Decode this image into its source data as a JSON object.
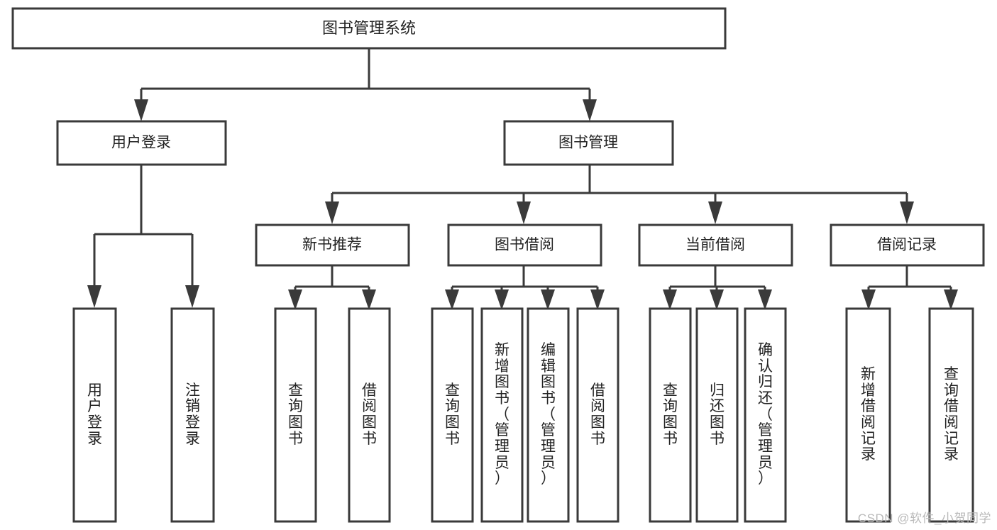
{
  "diagram": {
    "type": "tree-hierarchy",
    "title": "图书管理系统",
    "background_color": "#ffffff",
    "line_color": "#3a3a3a",
    "text_color": "#222222",
    "root": {
      "id": "root",
      "label": "图书管理系统"
    },
    "level2": [
      {
        "id": "user-login",
        "label": "用户登录"
      },
      {
        "id": "book-manage",
        "label": "图书管理"
      }
    ],
    "level3": [
      {
        "id": "new-book-recommend",
        "label": "新书推荐",
        "parent": "book-manage"
      },
      {
        "id": "book-borrow",
        "label": "图书借阅",
        "parent": "book-manage"
      },
      {
        "id": "current-borrow",
        "label": "当前借阅",
        "parent": "book-manage"
      },
      {
        "id": "borrow-record",
        "label": "借阅记录",
        "parent": "book-manage"
      }
    ],
    "leaves": {
      "user_login": [
        {
          "id": "leaf-user-login",
          "label": "用户登录",
          "chars": [
            "用",
            "户",
            "登",
            "录"
          ]
        },
        {
          "id": "leaf-user-logout",
          "label": "注销登录",
          "chars": [
            "注",
            "销",
            "登",
            "录"
          ]
        }
      ],
      "new_book_recommend": [
        {
          "id": "leaf-query-book-1",
          "label": "查询图书",
          "chars": [
            "查",
            "询",
            "图",
            "书"
          ]
        },
        {
          "id": "leaf-borrow-book-1",
          "label": "借阅图书",
          "chars": [
            "借",
            "阅",
            "图",
            "书"
          ]
        }
      ],
      "book_borrow": [
        {
          "id": "leaf-query-book-2",
          "label": "查询图书",
          "chars": [
            "查",
            "询",
            "图",
            "书"
          ]
        },
        {
          "id": "leaf-add-book",
          "label": "新增图书（管理员）",
          "chars": [
            "新",
            "增",
            "图",
            "书",
            "（",
            "管",
            "理",
            "员",
            "）"
          ]
        },
        {
          "id": "leaf-edit-book",
          "label": "编辑图书（管理员）",
          "chars": [
            "编",
            "辑",
            "图",
            "书",
            "（",
            "管",
            "理",
            "员",
            "）"
          ]
        },
        {
          "id": "leaf-borrow-book-2",
          "label": "借阅图书",
          "chars": [
            "借",
            "阅",
            "图",
            "书"
          ]
        }
      ],
      "current_borrow": [
        {
          "id": "leaf-query-book-3",
          "label": "查询图书",
          "chars": [
            "查",
            "询",
            "图",
            "书"
          ]
        },
        {
          "id": "leaf-return-book",
          "label": "归还图书",
          "chars": [
            "归",
            "还",
            "图",
            "书"
          ]
        },
        {
          "id": "leaf-confirm-return",
          "label": "确认归还（管理员）",
          "chars": [
            "确",
            "认",
            "归",
            "还",
            "（",
            "管",
            "理",
            "员",
            "）"
          ]
        }
      ],
      "borrow_record": [
        {
          "id": "leaf-add-record",
          "label": "新增借阅记录",
          "chars": [
            "新",
            "增",
            "借",
            "阅",
            "记",
            "录"
          ]
        },
        {
          "id": "leaf-query-record",
          "label": "查询借阅记录",
          "chars": [
            "查",
            "询",
            "借",
            "阅",
            "记",
            "录"
          ]
        }
      ]
    }
  },
  "watermark": {
    "text": "CSDN @软件_小贺同学"
  }
}
